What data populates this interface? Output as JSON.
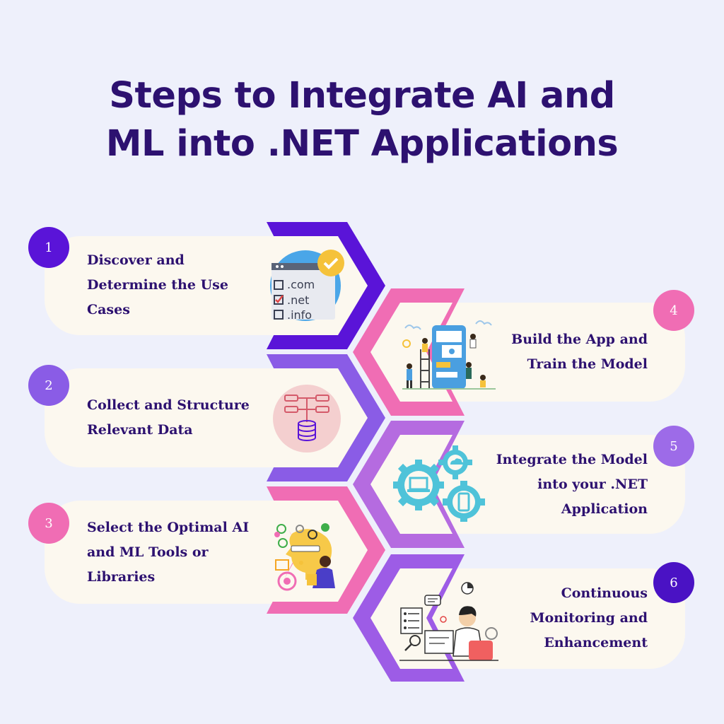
{
  "title": {
    "line1": "Steps to Integrate AI and",
    "line2": "ML into .NET Applications"
  },
  "steps": [
    {
      "number": "1",
      "lines": [
        "Discover and",
        "Determine the Use",
        "Cases"
      ],
      "icon": "domain-checklist-icon",
      "domains": [
        ".com",
        ".net",
        ".info"
      ]
    },
    {
      "number": "2",
      "lines": [
        "Collect and Structure",
        "Relevant Data"
      ],
      "icon": "database-structure-icon"
    },
    {
      "number": "3",
      "lines": [
        "Select the Optimal AI",
        "and ML Tools or",
        "Libraries"
      ],
      "icon": "ai-tools-person-icon"
    },
    {
      "number": "4",
      "lines": [
        "Build the App and",
        "Train the Model"
      ],
      "icon": "app-building-team-icon"
    },
    {
      "number": "5",
      "lines": [
        "Integrate the Model",
        "into your .NET",
        "Application"
      ],
      "icon": "gears-devices-icon"
    },
    {
      "number": "6",
      "lines": [
        "Continuous",
        "Monitoring and",
        "Enhancement"
      ],
      "icon": "monitoring-person-icon"
    }
  ],
  "colors": {
    "background": "#eef0fb",
    "card": "#fcf8ef",
    "text": "#2d1170",
    "badge_1": "#5a14d8",
    "badge_2": "#8a5ce6",
    "badge_3": "#f06db4",
    "badge_4": "#f06db4",
    "badge_5": "#9d6be8",
    "badge_6": "#4a12c4",
    "hex_1": "#5a14d8",
    "hex_2": "#8a5ce6",
    "hex_3": "#f06db4",
    "hex_4": "#f06db4",
    "hex_5": "#b56be0",
    "hex_6": "#9d5ce6"
  }
}
